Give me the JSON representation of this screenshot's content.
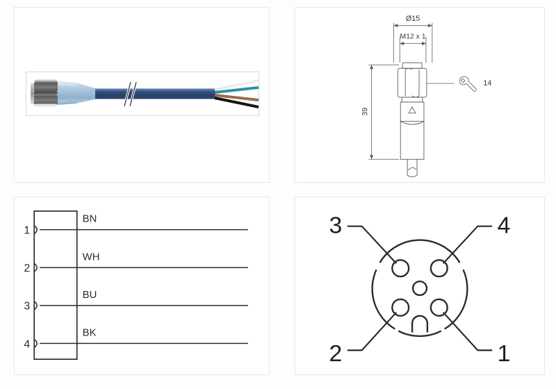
{
  "page": {
    "background": "#fdfdfd",
    "panel_background": "#ffffff",
    "panel_border": "#e8e8e8"
  },
  "panels": {
    "photo": {
      "name": "product-photo",
      "caption": "",
      "product": {
        "connector_type": "M12 female straight connector",
        "coupling_nut_color": "#6f6f6f",
        "body_color": "#a9c6de",
        "cable_color": "#2e4f7d",
        "break_symbol": "//"
      },
      "wires": [
        {
          "code": "WH",
          "name": "white",
          "color": "#f2f2f2"
        },
        {
          "code": "BU",
          "name": "blue",
          "color": "#2d8fa8"
        },
        {
          "code": "BN",
          "name": "brown",
          "color": "#9c6b4a"
        },
        {
          "code": "BK",
          "name": "black",
          "color": "#151515"
        }
      ]
    },
    "dimensions": {
      "name": "dimension-drawing",
      "outer_diameter": "Ø15",
      "thread": "M12 x 1",
      "length": "39",
      "wrench_size": "14",
      "wrench_icon": "wrench-icon",
      "marking": "triangle-marking"
    },
    "wiring": {
      "name": "wiring-diagram",
      "connections": [
        {
          "pin": "1",
          "code": "BN",
          "color_name": "brown"
        },
        {
          "pin": "2",
          "code": "WH",
          "color_name": "white"
        },
        {
          "pin": "3",
          "code": "BU",
          "color_name": "blue"
        },
        {
          "pin": "4",
          "code": "BK",
          "color_name": "black"
        }
      ]
    },
    "pinout": {
      "name": "pin-assignment-diagram",
      "view": "female socket face view",
      "contact_count": "4",
      "labels": {
        "top_left": "3",
        "top_right": "4",
        "bottom_left": "2",
        "bottom_right": "1"
      },
      "features": {
        "center_hole": "center-hole",
        "keyway": "keyway-notch"
      }
    }
  }
}
